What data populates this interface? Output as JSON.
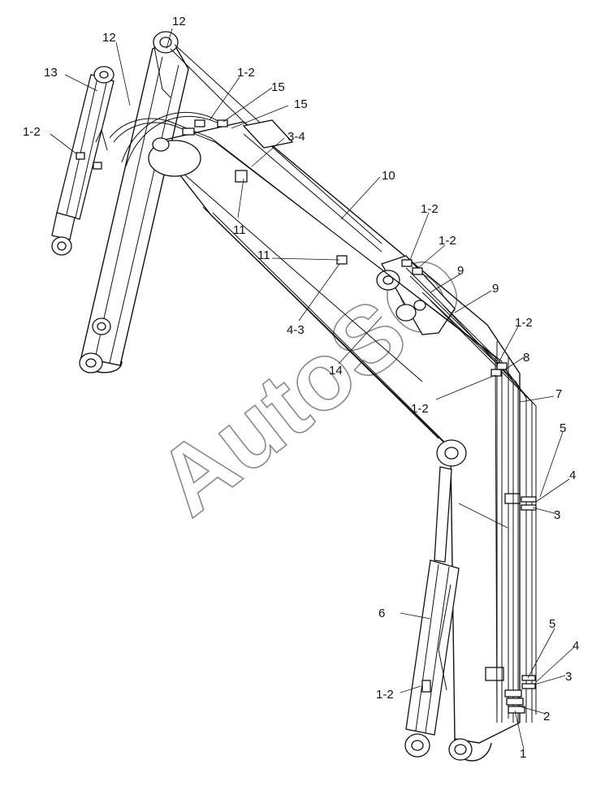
{
  "diagram": {
    "watermark": "AutoSO",
    "callouts": {
      "c12a": "12",
      "c12b": "12",
      "c13": "13",
      "c12c": "1-2",
      "c12d": "1-2",
      "c15a": "15",
      "c15b": "15",
      "c34": "3-4",
      "c10": "10",
      "c11a": "11",
      "c11b": "11",
      "c43": "4-3",
      "c14": "14",
      "c12e": "1-2",
      "c12f": "1-2",
      "c9a": "9",
      "c9b": "9",
      "c12g": "1-2",
      "c8": "8",
      "c7": "7",
      "c12h": "1-2",
      "c5a": "5",
      "c4a": "4",
      "c3a": "3",
      "c6": "6",
      "c5b": "5",
      "c4b": "4",
      "c3b": "3",
      "c2": "2",
      "c1": "1",
      "c12i": "1-2"
    }
  }
}
